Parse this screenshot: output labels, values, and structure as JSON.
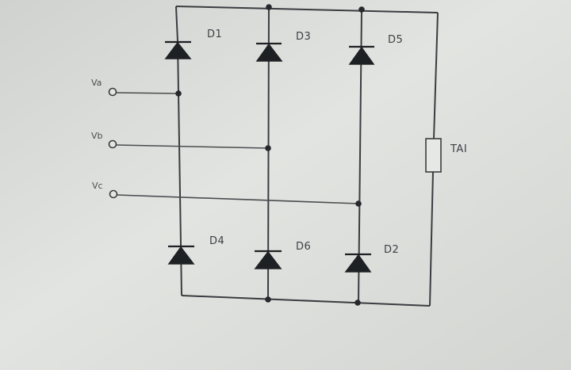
{
  "diodes": {
    "d1": "D1",
    "d3": "D3",
    "d5": "D5",
    "d4": "D4",
    "d6": "D6",
    "d2": "D2"
  },
  "inputs": {
    "va": "Va",
    "vb": "Vb",
    "vc": "Vc"
  },
  "load": {
    "label": "TAI"
  },
  "colors": {
    "background": "#d9dbd8",
    "wire": "#3a3d40",
    "diode": "#1e2124"
  }
}
